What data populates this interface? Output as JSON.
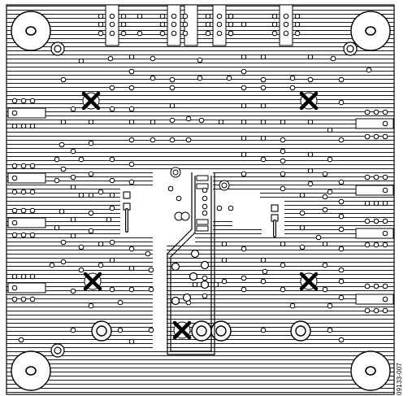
{
  "figure": {
    "code": "09133-007"
  },
  "colors": {
    "ink": "#000000",
    "paper": "#ffffff"
  },
  "board": {
    "mounting_holes": 4,
    "cross_pads": 5
  }
}
